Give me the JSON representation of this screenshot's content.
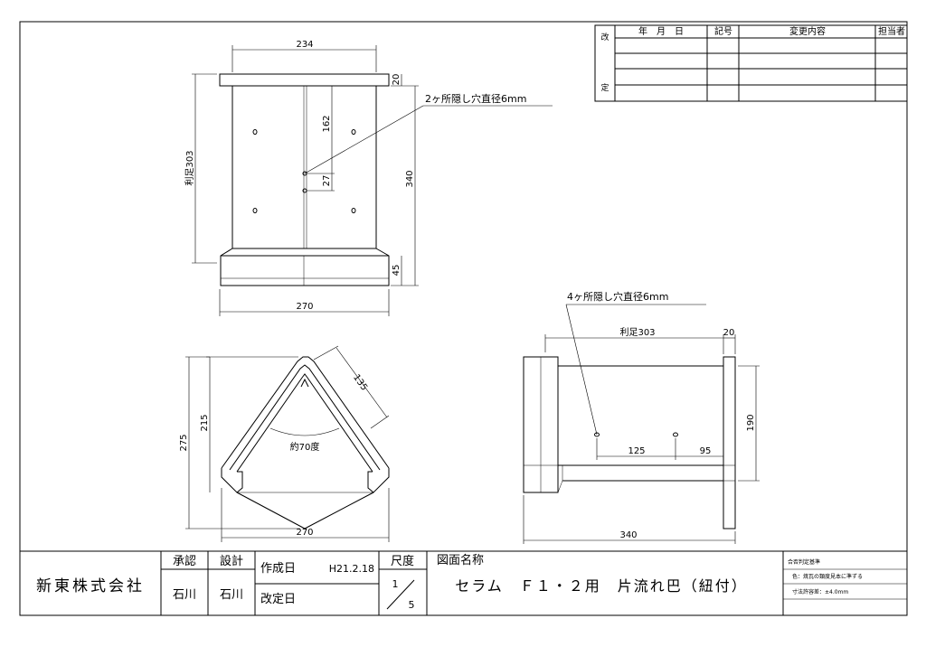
{
  "revision_table": {
    "side_label_top": "改",
    "side_label_bottom": "定",
    "col_date": "年　月　日",
    "col_mark": "記号",
    "col_change": "変更内容",
    "col_person": "担当者"
  },
  "title_block": {
    "company": "新東株式会社",
    "approve_label": "承認",
    "approve_value": "石川",
    "design_label": "設計",
    "design_value": "石川",
    "created_label": "作成日",
    "created_value": "H21.2.18",
    "revised_label": "改定日",
    "scale_label": "尺度",
    "scale_num": "1",
    "scale_den": "5",
    "drawing_name_label": "図面名称",
    "drawing_name": "セラム　Ｆ１・２用　片流れ巴（紐付）",
    "criteria_title": "合否判定基準",
    "criteria_1": "色：焼瓦の類度見本に準ずる",
    "criteria_2": "寸法許容差：±4.0mm"
  },
  "front_view": {
    "dim_top": "234",
    "dim_bottom": "270",
    "dim_left": "利足303",
    "dim_right": "340",
    "dim_flange_top": "20",
    "dim_flange_bottom": "45",
    "dim_162": "162",
    "dim_27": "27",
    "note": "2ヶ所隠し穴直径6mm"
  },
  "bottom_view": {
    "dim_135": "135",
    "dim_215": "215",
    "dim_275": "275",
    "dim_270": "270",
    "angle": "約70度"
  },
  "side_view": {
    "note": "4ヶ所隠し穴直径6mm",
    "dim_top": "利足303",
    "dim_top_flange": "20",
    "dim_190": "190",
    "dim_125": "125",
    "dim_95": "95",
    "dim_340": "340"
  }
}
